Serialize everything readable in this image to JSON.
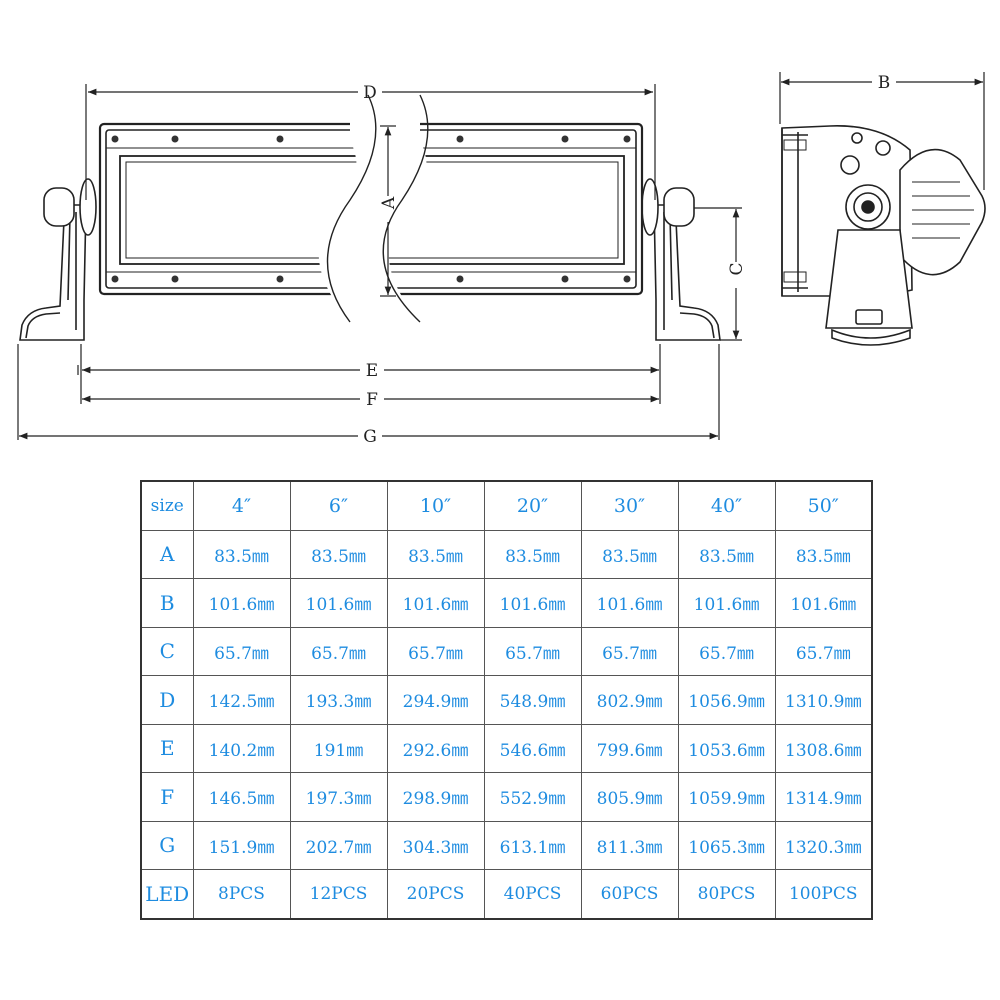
{
  "dimension_labels": {
    "A": "A",
    "B": "B",
    "C": "C",
    "D": "D",
    "E": "E",
    "F": "F",
    "G": "G"
  },
  "table": {
    "corner": "size",
    "sizes": [
      "4″",
      "6″",
      "10″",
      "20″",
      "30″",
      "40″",
      "50″"
    ],
    "rows": [
      {
        "label": "A",
        "values": [
          "83.5㎜",
          "83.5㎜",
          "83.5㎜",
          "83.5㎜",
          "83.5㎜",
          "83.5㎜",
          "83.5㎜"
        ]
      },
      {
        "label": "B",
        "values": [
          "101.6㎜",
          "101.6㎜",
          "101.6㎜",
          "101.6㎜",
          "101.6㎜",
          "101.6㎜",
          "101.6㎜"
        ]
      },
      {
        "label": "C",
        "values": [
          "65.7㎜",
          "65.7㎜",
          "65.7㎜",
          "65.7㎜",
          "65.7㎜",
          "65.7㎜",
          "65.7㎜"
        ]
      },
      {
        "label": "D",
        "values": [
          "142.5㎜",
          "193.3㎜",
          "294.9㎜",
          "548.9㎜",
          "802.9㎜",
          "1056.9㎜",
          "1310.9㎜"
        ]
      },
      {
        "label": "E",
        "values": [
          "140.2㎜",
          "191㎜",
          "292.6㎜",
          "546.6㎜",
          "799.6㎜",
          "1053.6㎜",
          "1308.6㎜"
        ]
      },
      {
        "label": "F",
        "values": [
          "146.5㎜",
          "197.3㎜",
          "298.9㎜",
          "552.9㎜",
          "805.9㎜",
          "1059.9㎜",
          "1314.9㎜"
        ]
      },
      {
        "label": "G",
        "values": [
          "151.9㎜",
          "202.7㎜",
          "304.3㎜",
          "613.1㎜",
          "811.3㎜",
          "1065.3㎜",
          "1320.3㎜"
        ]
      },
      {
        "label": "LED",
        "values": [
          "8PCS",
          "12PCS",
          "20PCS",
          "40PCS",
          "60PCS",
          "80PCS",
          "100PCS"
        ]
      }
    ]
  },
  "colors": {
    "text": "#1e8ce0",
    "line": "#333333"
  }
}
